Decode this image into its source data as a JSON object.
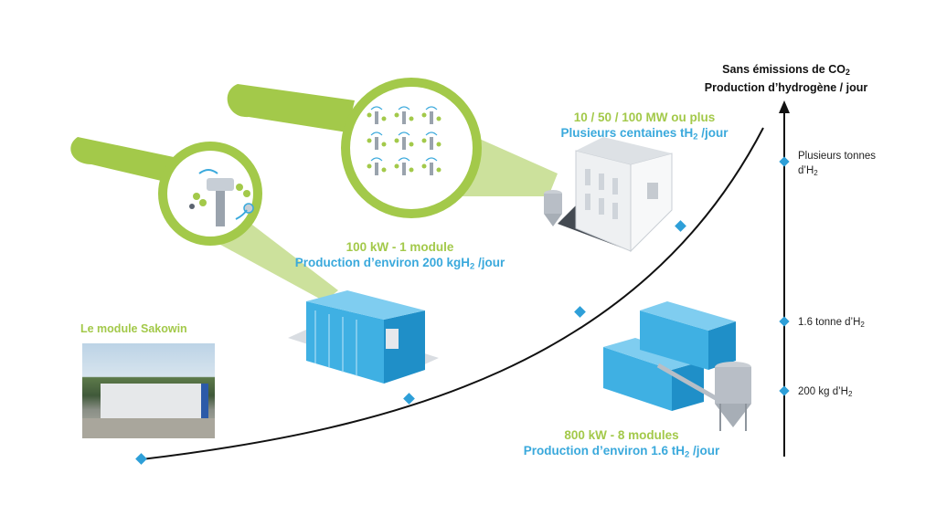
{
  "sakowin": {
    "label": "Le module Sakowin"
  },
  "stage1": {
    "power": "100 kW - 1 module",
    "production_prefix": "Production d’environ 200 kgH",
    "production_sub": "2",
    "production_suffix": " /jour"
  },
  "stage2": {
    "power": "800 kW - 8 modules",
    "production_prefix": "Production d’environ 1.6 tH",
    "production_sub": "2",
    "production_suffix": " /jour"
  },
  "stage3": {
    "power": "10 / 50 / 100 MW ou plus",
    "production_prefix": "Plusieurs centaines tH",
    "production_sub": "2",
    "production_suffix": " /jour"
  },
  "axis": {
    "title_line1_prefix": "Sans émissions de CO",
    "title_line1_sub": "2",
    "title_line2": "Production d’hydrogène / jour",
    "ticks": [
      {
        "line1": "Plusieurs tonnes",
        "line2_prefix": "d’H",
        "line2_sub": "2"
      },
      {
        "prefix": "1.6 tonne d’H",
        "sub": "2"
      },
      {
        "prefix": "200 kg d’H",
        "sub": "2"
      }
    ]
  },
  "colors": {
    "green": "#a3c94a",
    "blue": "#3aa9dc",
    "marker": "#2e9fd8",
    "curve": "#111111"
  }
}
